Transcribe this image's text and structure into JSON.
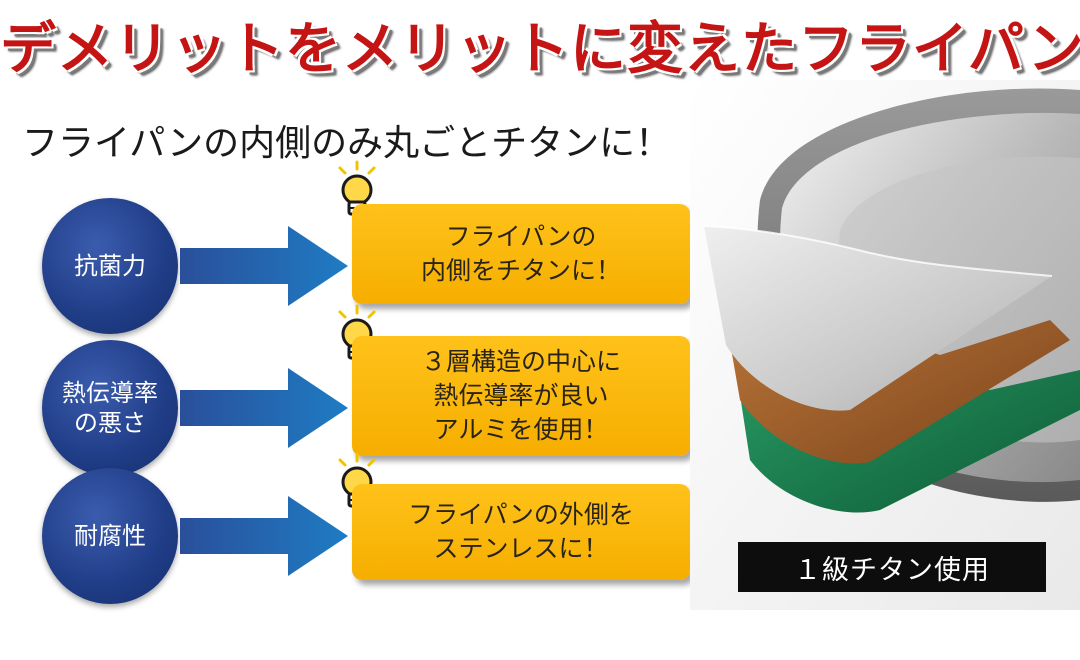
{
  "title": "デメリットをメリットに変えたフライパン",
  "subtitle": "フライパンの内側のみ丸ごとチタンに！",
  "rows": [
    {
      "problem_lines": [
        "抗菌力"
      ],
      "solution_lines": [
        "フライパンの",
        "内側をチタンに！"
      ]
    },
    {
      "problem_lines": [
        "熱伝導率",
        "の悪さ"
      ],
      "solution_lines": [
        "３層構造の中心に",
        "熱伝導率が良い",
        "アルミを使用！"
      ]
    },
    {
      "problem_lines": [
        "耐腐性"
      ],
      "solution_lines": [
        "フライパンの外側を",
        "ステンレスに！"
      ]
    }
  ],
  "badge": "１級チタン使用",
  "icons": [
    "lightbulb-icon",
    "arrow-right-icon"
  ],
  "colors": {
    "title": "#c41414",
    "circle": "#1f3c86",
    "arrow": "#1f78c0",
    "box": "#f9b500"
  }
}
